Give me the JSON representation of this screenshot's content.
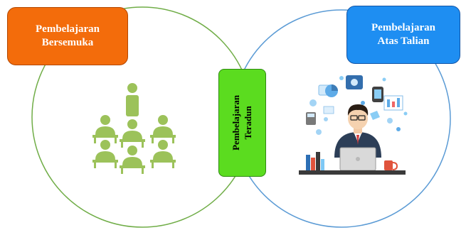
{
  "diagram": {
    "left_circle": {
      "stroke_color": "#70ad47"
    },
    "right_circle": {
      "stroke_color": "#5b9bd5"
    },
    "overlap_hatch_color": "#ed7d31",
    "left_box": {
      "line1": "Pembelajaran",
      "line2": "Bersemuka",
      "color": "#f36c0b"
    },
    "right_box": {
      "line1": "Pembelajaran",
      "line2": "Atas Talian",
      "color": "#1e8ef2"
    },
    "center_box": {
      "line1": "Pembelajaran",
      "line2": "Teradun",
      "color": "#5bdc1f"
    },
    "left_illustration": {
      "icon": "classroom-people-icon",
      "color": "#9cc25a"
    },
    "right_illustration": {
      "icon": "online-worker-computer-icon"
    }
  }
}
